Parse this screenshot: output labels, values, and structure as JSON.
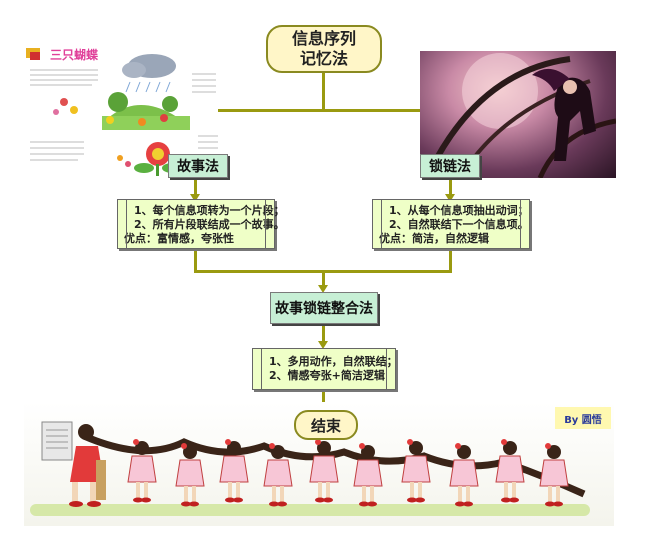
{
  "title": {
    "line1": "信息序列",
    "line2": "记忆法"
  },
  "story_method": {
    "label": "故事法",
    "items": [
      "1、每个信息项转为一个片段；",
      "2、所有片段联结成一个故事。",
      "优点：富情感，夸张性"
    ]
  },
  "chain_method": {
    "label": "锁链法",
    "items": [
      "1、从每个信息项抽出动词；",
      "2、自然联结下一个信息项。",
      "优点：简洁，自然逻辑"
    ]
  },
  "combined_method": {
    "label": "故事锁链整合法",
    "items": [
      "1、多用动作，自然联结；",
      "2、情感夸张+简洁逻辑"
    ]
  },
  "end": {
    "label": "结束"
  },
  "illustration_story": {
    "heading": "三只蝴蝶"
  },
  "badge": {
    "text": "By 圆悟"
  },
  "colors": {
    "line": "#9a9a10",
    "label_bg": "#c7efd5",
    "list_bg": "#efffc7",
    "rounded_bg": "#fff6c8"
  }
}
